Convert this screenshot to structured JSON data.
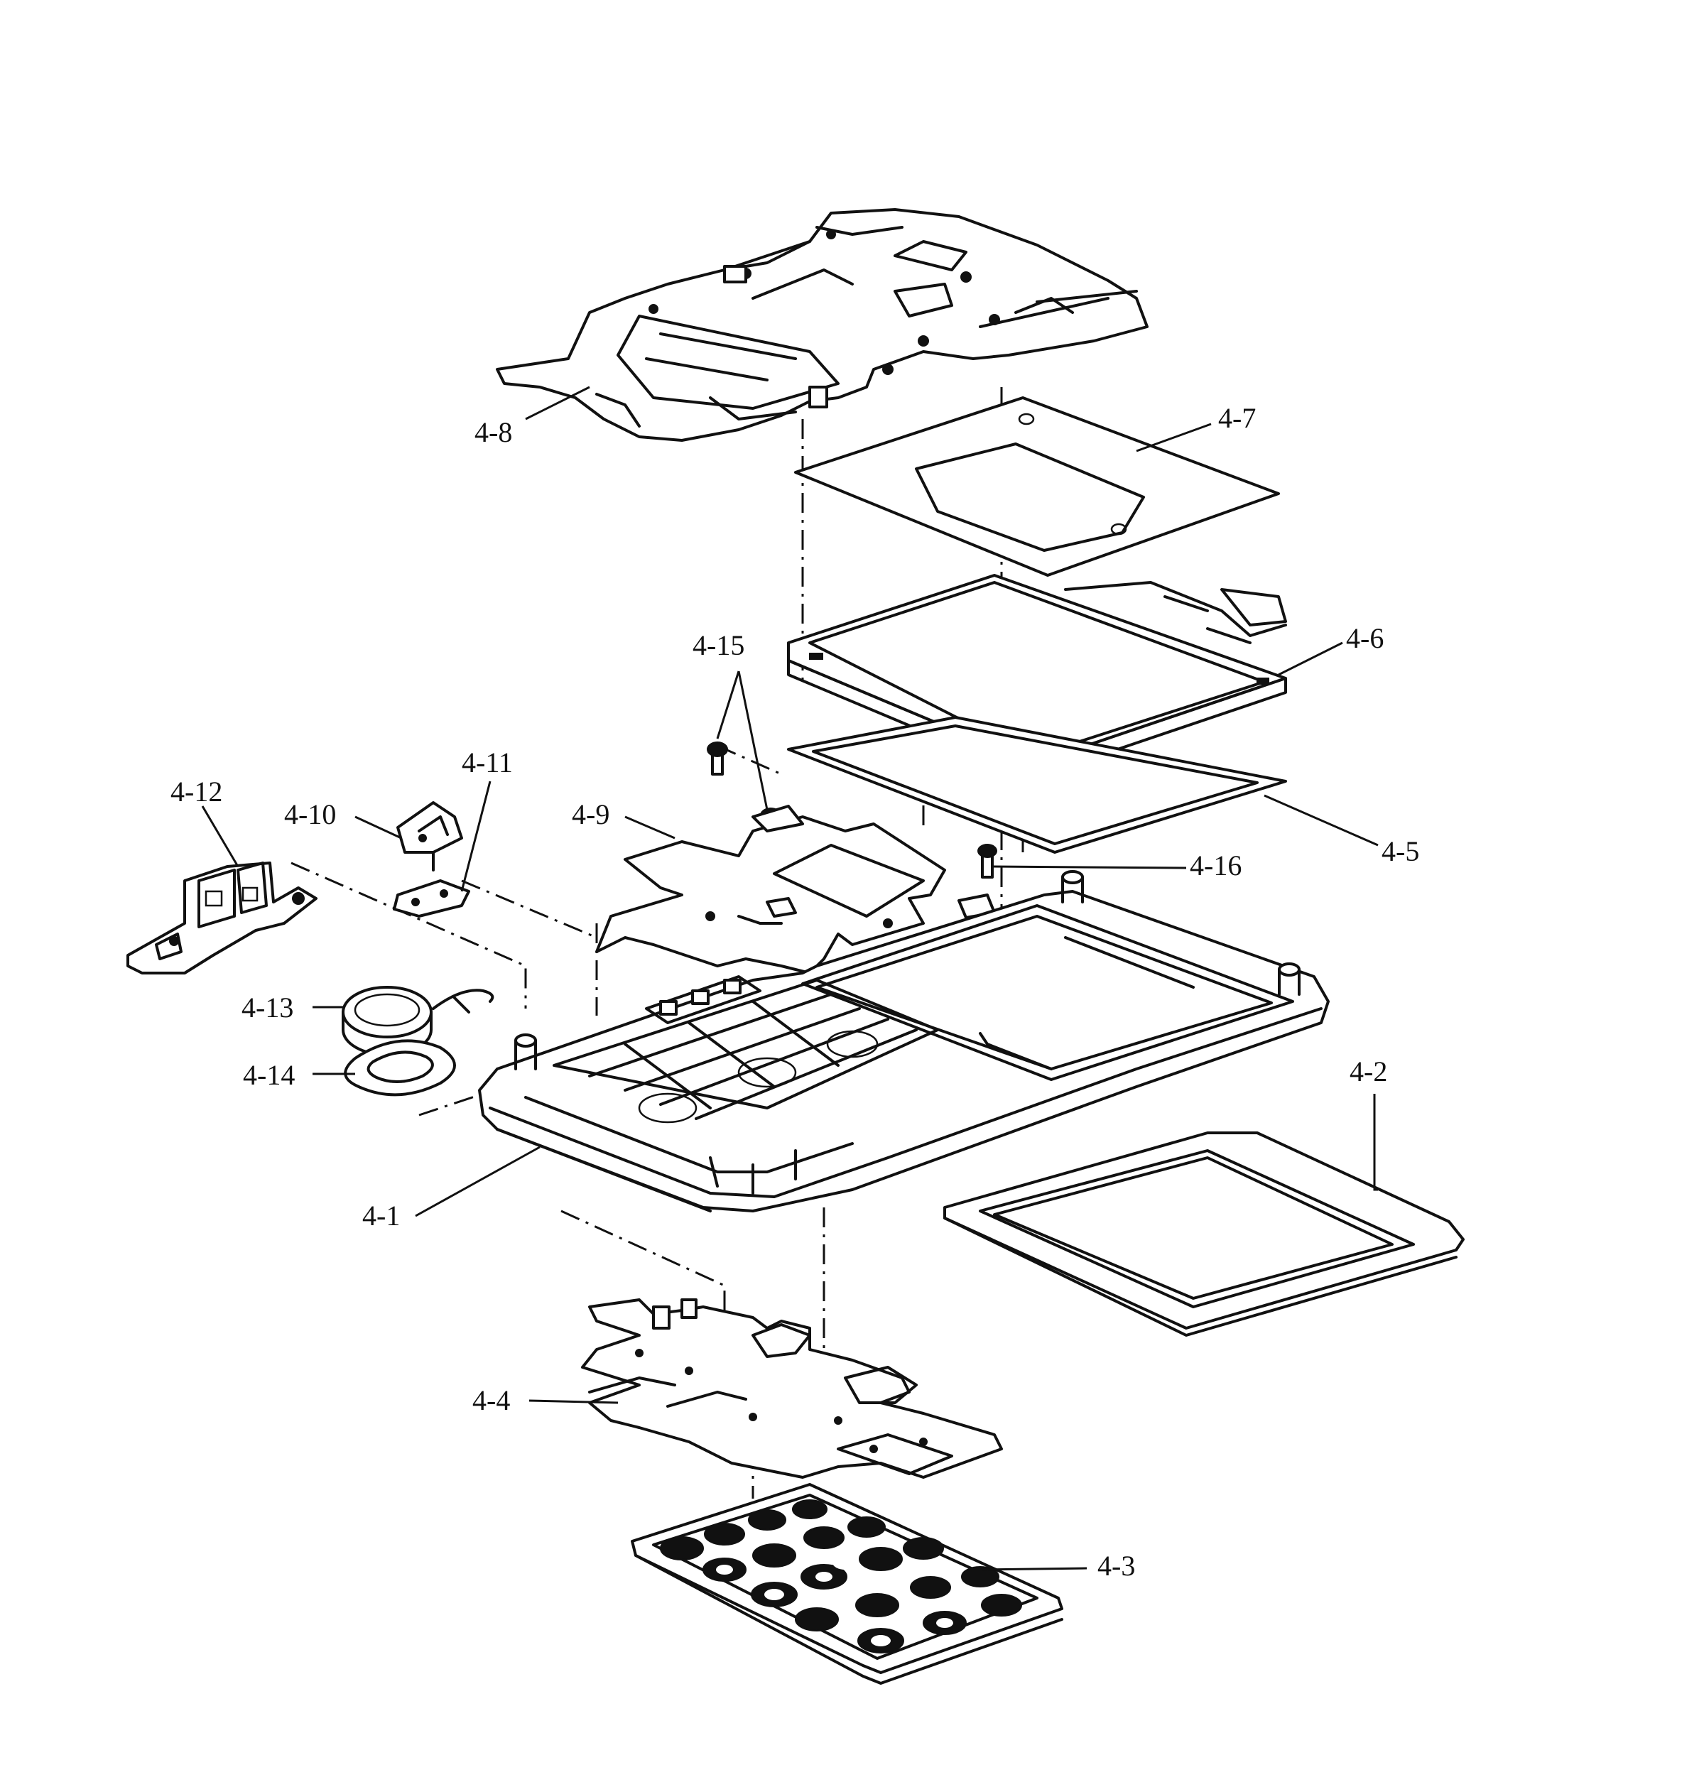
{
  "diagram": {
    "type": "exploded-assembly",
    "parts": [
      {
        "id": "4-1",
        "label": "4-1"
      },
      {
        "id": "4-2",
        "label": "4-2"
      },
      {
        "id": "4-3",
        "label": "4-3"
      },
      {
        "id": "4-4",
        "label": "4-4"
      },
      {
        "id": "4-5",
        "label": "4-5"
      },
      {
        "id": "4-6",
        "label": "4-6"
      },
      {
        "id": "4-7",
        "label": "4-7"
      },
      {
        "id": "4-8",
        "label": "4-8"
      },
      {
        "id": "4-9",
        "label": "4-9"
      },
      {
        "id": "4-10",
        "label": "4-10"
      },
      {
        "id": "4-11",
        "label": "4-11"
      },
      {
        "id": "4-12",
        "label": "4-12"
      },
      {
        "id": "4-13",
        "label": "4-13"
      },
      {
        "id": "4-14",
        "label": "4-14"
      },
      {
        "id": "4-15",
        "label": "4-15"
      },
      {
        "id": "4-16",
        "label": "4-16"
      }
    ]
  }
}
